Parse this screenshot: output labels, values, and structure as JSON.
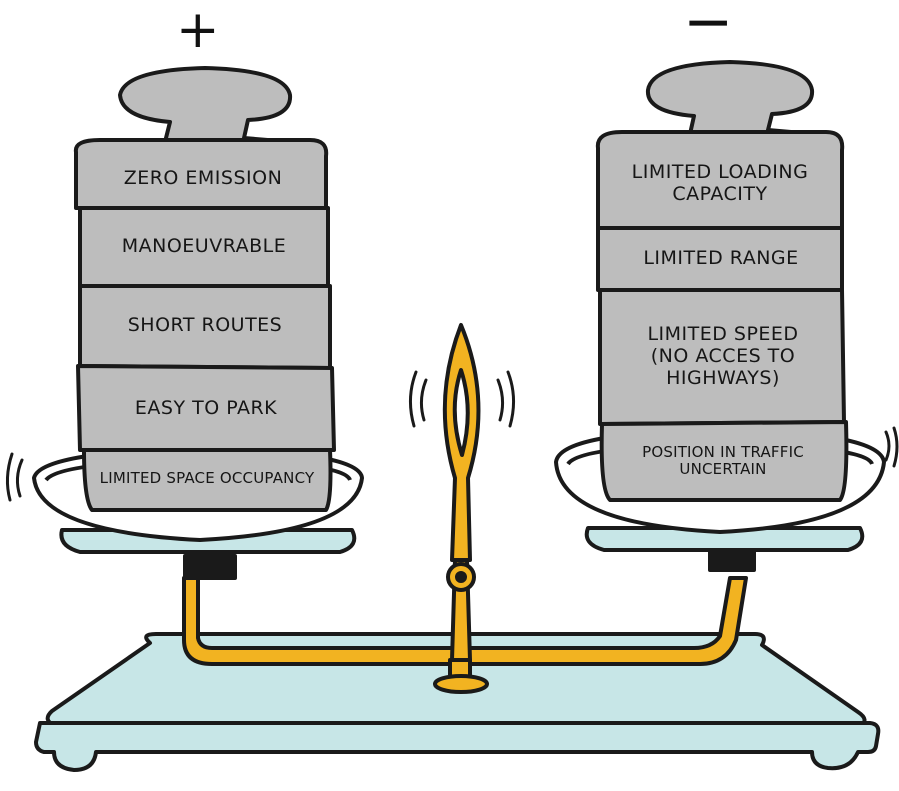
{
  "signs": {
    "plus": "+",
    "minus": "−"
  },
  "pros": [
    "Zero emission",
    "Manoeuvrable",
    "Short routes",
    "Easy to park",
    "Limited space occupancy"
  ],
  "cons": [
    "Limited loading capacity",
    "Limited range",
    "Limited speed (no acces to highways)",
    "Position in traffic uncertain"
  ],
  "colors": {
    "weight": "#bdbdbd",
    "scale_base": "#c7e6e7",
    "beam": "#f2b321",
    "outline": "#1a1a1a",
    "pan": "#ffffff"
  },
  "icons": [
    "pointer-needle-icon",
    "vibration-lines-icon",
    "weight-handle-icon"
  ]
}
